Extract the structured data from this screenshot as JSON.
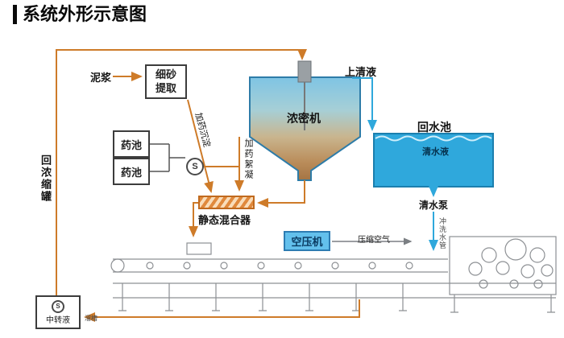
{
  "title": "系统外形示意图",
  "colors": {
    "flow_orange": "#ce7b29",
    "water_blue": "#2fa8dc",
    "tank_border": "#1b7fae",
    "machine_gray": "#8d9094"
  },
  "nodes": {
    "slurry": "泥浆",
    "sand_extraction": "细砂提取",
    "supernatant": "上清液",
    "thickener": "浓密机",
    "return_pool": "回水池",
    "clear_water": "清水液",
    "clear_water_pump": "清水泵",
    "chem_tank_1": "药池",
    "chem_tank_2": "药池",
    "dosing_sedimentation": "加药沉淀",
    "dosing_flocculation": "加药絮凝",
    "static_mixer": "静态混合器",
    "air_compressor": "空压机",
    "compressed_air": "压缩空气",
    "flush_water_pipe": "冲洗水管",
    "return_concentrate_tank": "回浓缩罐",
    "transfer_tank": "中转液",
    "chute": "溜槽",
    "pump_symbol": "S"
  }
}
